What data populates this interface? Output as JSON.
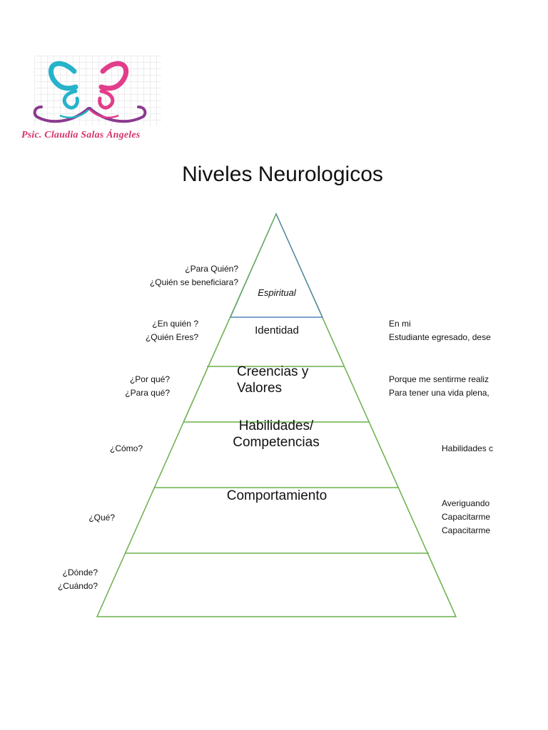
{
  "logo": {
    "caption": "Psic. Claudia Salas Ángeles",
    "colors": {
      "teal": "#26b3c9",
      "pink": "#e23d8b",
      "purple": "#8a3a8f"
    }
  },
  "title": "Niveles Neurologicos",
  "levels": [
    {
      "label": "Espiritual"
    },
    {
      "label": "Identidad"
    },
    {
      "label_line1": "Creencias y",
      "label_line2": "Valores"
    },
    {
      "label_line1": "Habilidades/",
      "label_line2": "Competencias"
    },
    {
      "label": "Comportamiento"
    },
    {
      "label": ""
    }
  ],
  "questions": [
    {
      "line1": "¿Para Quién?",
      "line2": "¿Quién se beneficiara?"
    },
    {
      "line1": "¿En quién ?",
      "line2": "¿Quién Eres?"
    },
    {
      "line1": "¿Por qué?",
      "line2": "¿Para qué?"
    },
    {
      "line1": "¿Cómo?"
    },
    {
      "line1": "¿Qué?"
    },
    {
      "line1": "¿Dónde?",
      "line2": "¿Cuándo?"
    }
  ],
  "answers": [
    {
      "line1": "En mi",
      "line2": "Estudiante egresado, dese"
    },
    {
      "line1": "Porque me sentirme realiz",
      "line2": "Para tener una vida plena,"
    },
    {
      "line1": "Habilidades c"
    },
    {
      "line1": "Averiguando",
      "line2": "Capacitarme",
      "line3": "Capacitarme"
    }
  ],
  "colors": {
    "pyramid_outline": "#6ab04c",
    "top_outline": "#4a7fb5"
  }
}
